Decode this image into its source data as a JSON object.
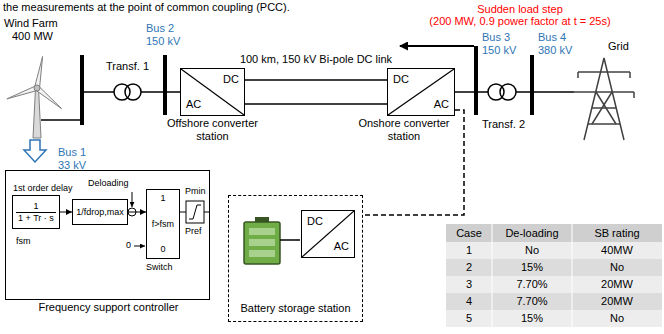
{
  "diagram": {
    "nodes": [
      {
        "text": [
          "DC",
          "AC",
          "Offshore converter station"
        ]
      },
      {
        "text": [
          "DC",
          "AC",
          "Onshore converter station"
        ]
      },
      {
        "text": [
          "Battery storage station"
        ]
      },
      {
        "text": [
          "DC",
          "AC"
        ],
        "in": 2
      },
      {
        "text": [
          "Frequency support controller"
        ]
      },
      {
        "text": [
          "1st order delay",
          "1",
          "1 + Tr · s"
        ],
        "in": 4
      },
      {
        "text": [
          "1/fdrop,max"
        ],
        "in": 4
      },
      {
        "text": [
          "1",
          "f>fsm",
          "0"
        ],
        "in": 4
      }
    ],
    "edges": [
      {
        "from": 0,
        "to": 1,
        "arrow": "none",
        "label": "100 km, 150 kV Bi-pole DC link"
      },
      {
        "from": 0,
        "to": 1,
        "arrow": "none"
      },
      {
        "from": 1,
        "to": 2,
        "arrow": "none"
      },
      {
        "from": 5,
        "to": 6,
        "arrow": "to"
      },
      {
        "from": 6,
        "to": 7,
        "arrow": "to"
      }
    ],
    "labels": [
      "the measurements at the point of common coupling (PCC).",
      "Sudden load step",
      "(200 MW, 0.9 power factor at t = 25s)",
      "Wind Farm",
      "400 MW",
      "Bus 1",
      "33 kV",
      "Transf. 1",
      "Bus 2",
      "150 kV",
      "Bus 3",
      "150 kV",
      "Bus 4",
      "380 kV",
      "Transf. 2",
      "Grid",
      "Case",
      "De-loading",
      "SB rating",
      "1",
      "No",
      "40MW",
      "2",
      "15%",
      "No",
      "3",
      "7.70%",
      "20MW",
      "4",
      "7.70%",
      "20MW",
      "5",
      "15%",
      "No",
      "fsm",
      "Deloading",
      "0",
      "Switch",
      "Pref",
      "Pmin"
    ]
  }
}
